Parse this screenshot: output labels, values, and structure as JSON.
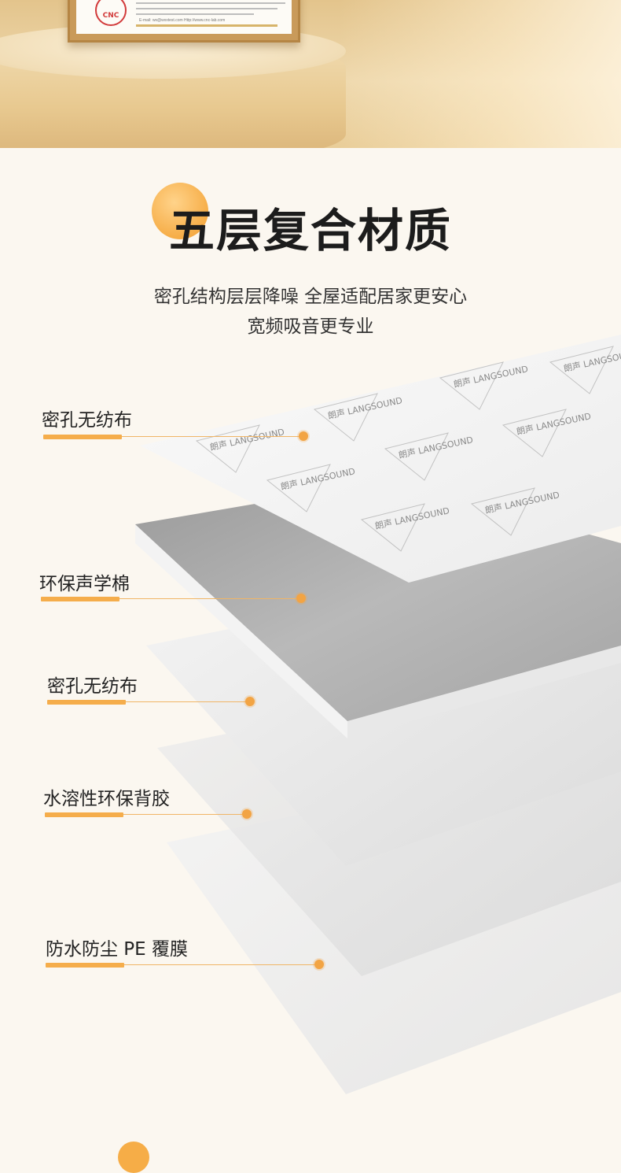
{
  "banner": {
    "contact_text": "E-mail: ws@wxxtest.com    Http://www.cnc-lab.com",
    "seal_text": "CNC",
    "colors": {
      "gold": "#e3c48c",
      "seal_red": "#d23a3a"
    }
  },
  "heading": {
    "title": "五层复合材质",
    "subtitle_line1": "密孔结构层层降噪 全屋适配居家更安心",
    "subtitle_line2": "宽频吸音更专业"
  },
  "layers": [
    {
      "label": "密孔无纺布"
    },
    {
      "label": "环保声学棉"
    },
    {
      "label": "密孔无纺布"
    },
    {
      "label": "水溶性环保背胶"
    },
    {
      "label": "防水防尘 PE 覆膜"
    }
  ],
  "pattern": {
    "brand_cn": "朗声",
    "brand_en": "LANGSOUND"
  },
  "colors": {
    "accent": "#f5ad4b",
    "background": "#fbf7f0",
    "text": "#1c1c1c"
  }
}
